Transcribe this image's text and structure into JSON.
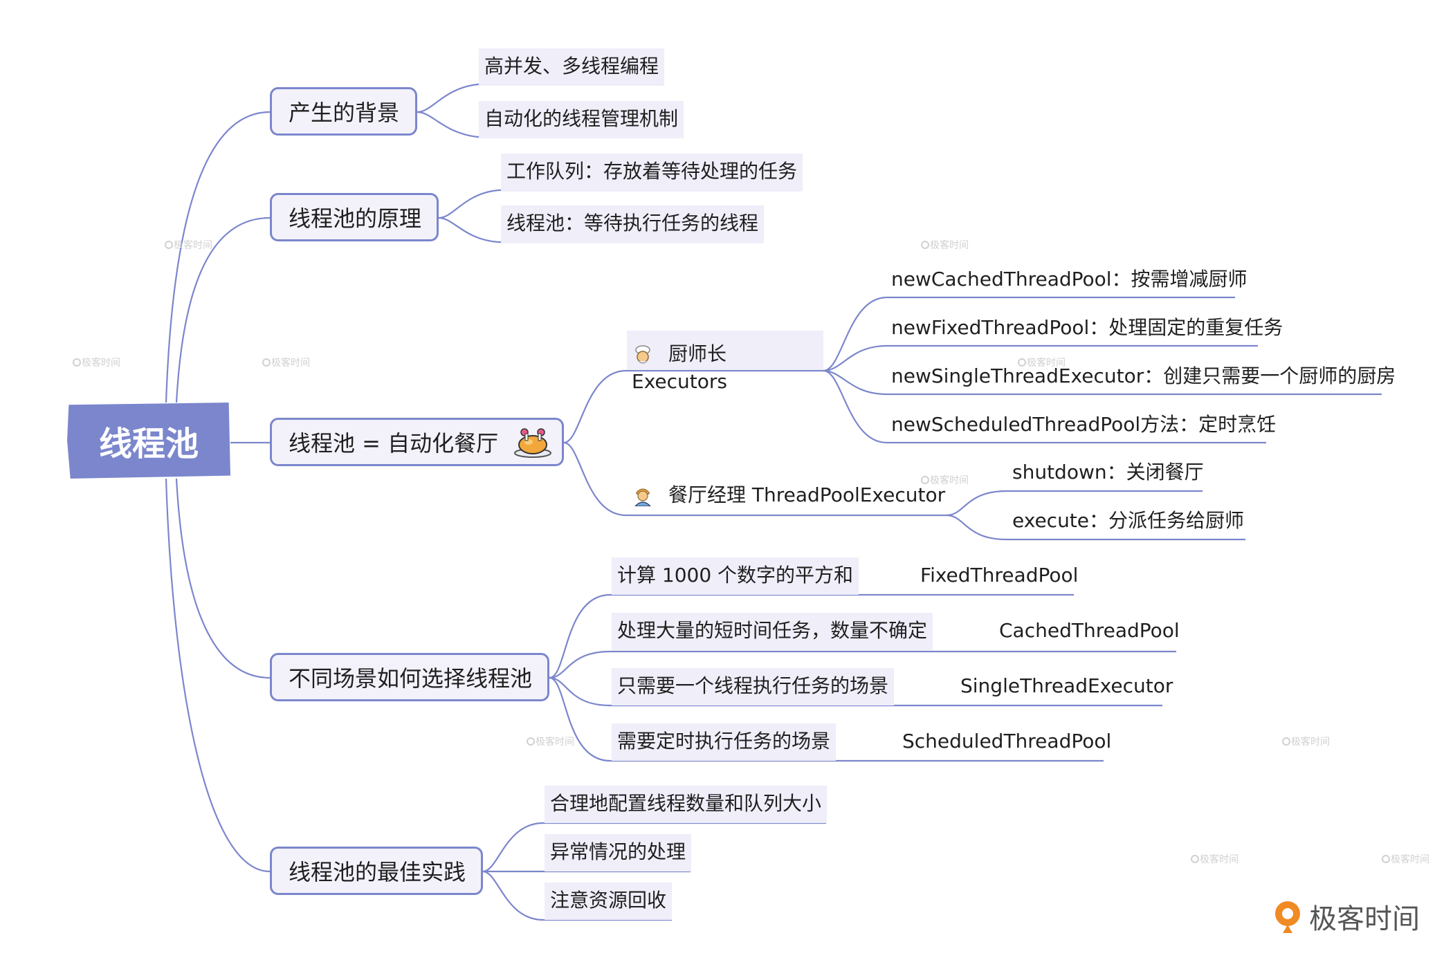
{
  "root": "线程池",
  "branches": {
    "background": {
      "label": "产生的背景",
      "items": [
        "高并发、多线程编程",
        "自动化的线程管理机制"
      ]
    },
    "principle": {
      "label": "线程池的原理",
      "items": [
        "工作队列：存放着等待处理的任务",
        "线程池：等待执行任务的线程"
      ]
    },
    "restaurant": {
      "label": "线程池 = 自动化餐厅",
      "chef": {
        "title": "厨师长",
        "subtitle": "Executors",
        "items": [
          "newCachedThreadPool：按需增减厨师",
          "newFixedThreadPool：处理固定的重复任务",
          "newSingleThreadExecutor：创建只需要一个厨师的厨房",
          "newScheduledThreadPool方法：定时烹饪"
        ]
      },
      "manager": {
        "title": "餐厅经理 ThreadPoolExecutor",
        "items": [
          "shutdown：关闭餐厅",
          "execute：分派任务给厨师"
        ]
      }
    },
    "scenarios": {
      "label": "不同场景如何选择线程池",
      "items": [
        {
          "scene": "计算 1000 个数字的平方和",
          "pool": "FixedThreadPool"
        },
        {
          "scene": "处理大量的短时间任务，数量不确定",
          "pool": "CachedThreadPool"
        },
        {
          "scene": "只需要一个线程执行任务的场景",
          "pool": "SingleThreadExecutor"
        },
        {
          "scene": "需要定时执行任务的场景",
          "pool": "ScheduledThreadPool"
        }
      ]
    },
    "best": {
      "label": "线程池的最佳实践",
      "items": [
        "合理地配置线程数量和队列大小",
        "异常情况的处理",
        "注意资源回收"
      ]
    }
  },
  "watermark": "极客时间",
  "brand": "极客时间",
  "colors": {
    "accent": "#7b86cc",
    "box_fill": "#f3f2fb",
    "leaf_fill": "#efeef9",
    "brand_orange": "#f08a24"
  }
}
